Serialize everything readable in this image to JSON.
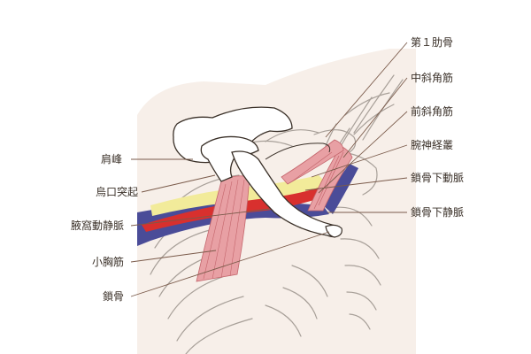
{
  "labels": {
    "rib1": "第１肋骨",
    "middle_scalene": "中斜角筋",
    "anterior_scalene": "前斜角筋",
    "brachial_plexus": "腕神経叢",
    "subclavian_artery": "鎖骨下動脈",
    "subclavian_vein": "鎖骨下静脈",
    "acromion": "肩峰",
    "coracoid": "烏口突起",
    "axillary_vein": "腋窩動静脈",
    "pec_minor": "小胸筋",
    "clavicle": "鎖骨"
  },
  "colors": {
    "background_panel": "#f7efe9",
    "bone_outline": "#3a3028",
    "rib_line": "#a8a099",
    "muscle_fill": "#e8a0a4",
    "muscle_stripe": "#c4656c",
    "nerve_yellow": "#f2eb9a",
    "artery_red": "#d8302e",
    "vein_blue": "#4a4c98",
    "leader_line": "#7a5a4a"
  }
}
